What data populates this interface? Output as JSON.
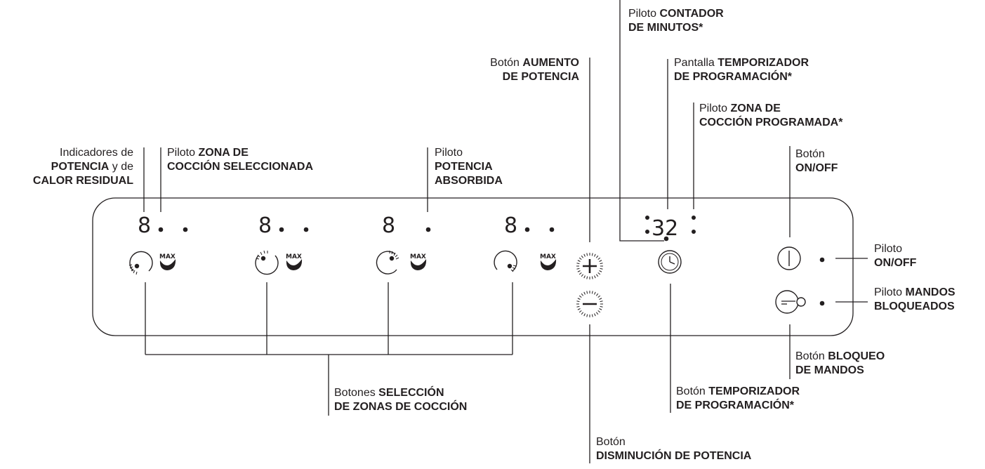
{
  "callouts": {
    "power_indicators": {
      "l1a": "Indicadores de",
      "l2a": "POTENCIA",
      "l2b": " y de",
      "l3a": "CALOR RESIDUAL"
    },
    "zone_selected_light": {
      "l1a": "Piloto ",
      "l1b": "ZONA DE",
      "l2a": "COCCIÓN SELECCIONADA"
    },
    "absorbed_power_light": {
      "l1a": "Piloto",
      "l2a": "POTENCIA",
      "l3a": "ABSORBIDA"
    },
    "increase_button": {
      "l1a": "Botón ",
      "l1b": "AUMENTO",
      "l2a": "DE POTENCIA"
    },
    "minute_counter_light": {
      "l1a": "Piloto ",
      "l1b": "CONTADOR",
      "l2a": "DE MINUTOS*"
    },
    "timer_display": {
      "l1a": "Pantalla ",
      "l1b": "TEMPORIZADOR",
      "l2a": "DE PROGRAMACIÓN*"
    },
    "programmed_zone_light": {
      "l1a": "Piloto ",
      "l1b": "ZONA DE",
      "l2a": "COCCIÓN PROGRAMADA*"
    },
    "onoff_button": {
      "l1a": "Botón",
      "l2a": "ON/OFF"
    },
    "onoff_light": {
      "l1a": "Piloto",
      "l2a": "ON/OFF"
    },
    "locked_controls_light": {
      "l1a": "Piloto ",
      "l1b": "MANDOS",
      "l2a": "BLOQUEADOS"
    },
    "lock_button": {
      "l1a": "Botón ",
      "l1b": "BLOQUEO",
      "l2a": "DE MANDOS"
    },
    "timer_button": {
      "l1a": "Botón ",
      "l1b": "TEMPORIZADOR",
      "l2a": "DE PROGRAMACIÓN*"
    },
    "zone_select_buttons": {
      "l1a": "Botones ",
      "l1b": "SELECCIÓN",
      "l2a": "DE ZONAS DE COCCIÓN"
    },
    "decrease_button": {
      "l1a": "Botón",
      "l2a": "DISMINUCIÓN DE POTENCIA"
    }
  },
  "panel": {
    "zone_digit": "8",
    "max_label": "MAX",
    "timer_digits": "32",
    "icons": {
      "zone": "zone-select-icon",
      "max": "max-boost-icon",
      "plus": "plus-icon",
      "minus": "minus-icon",
      "clock": "clock-icon",
      "power": "power-icon",
      "key": "key-lock-icon"
    },
    "colors": {
      "line": "#231f20",
      "background": "#ffffff"
    }
  }
}
